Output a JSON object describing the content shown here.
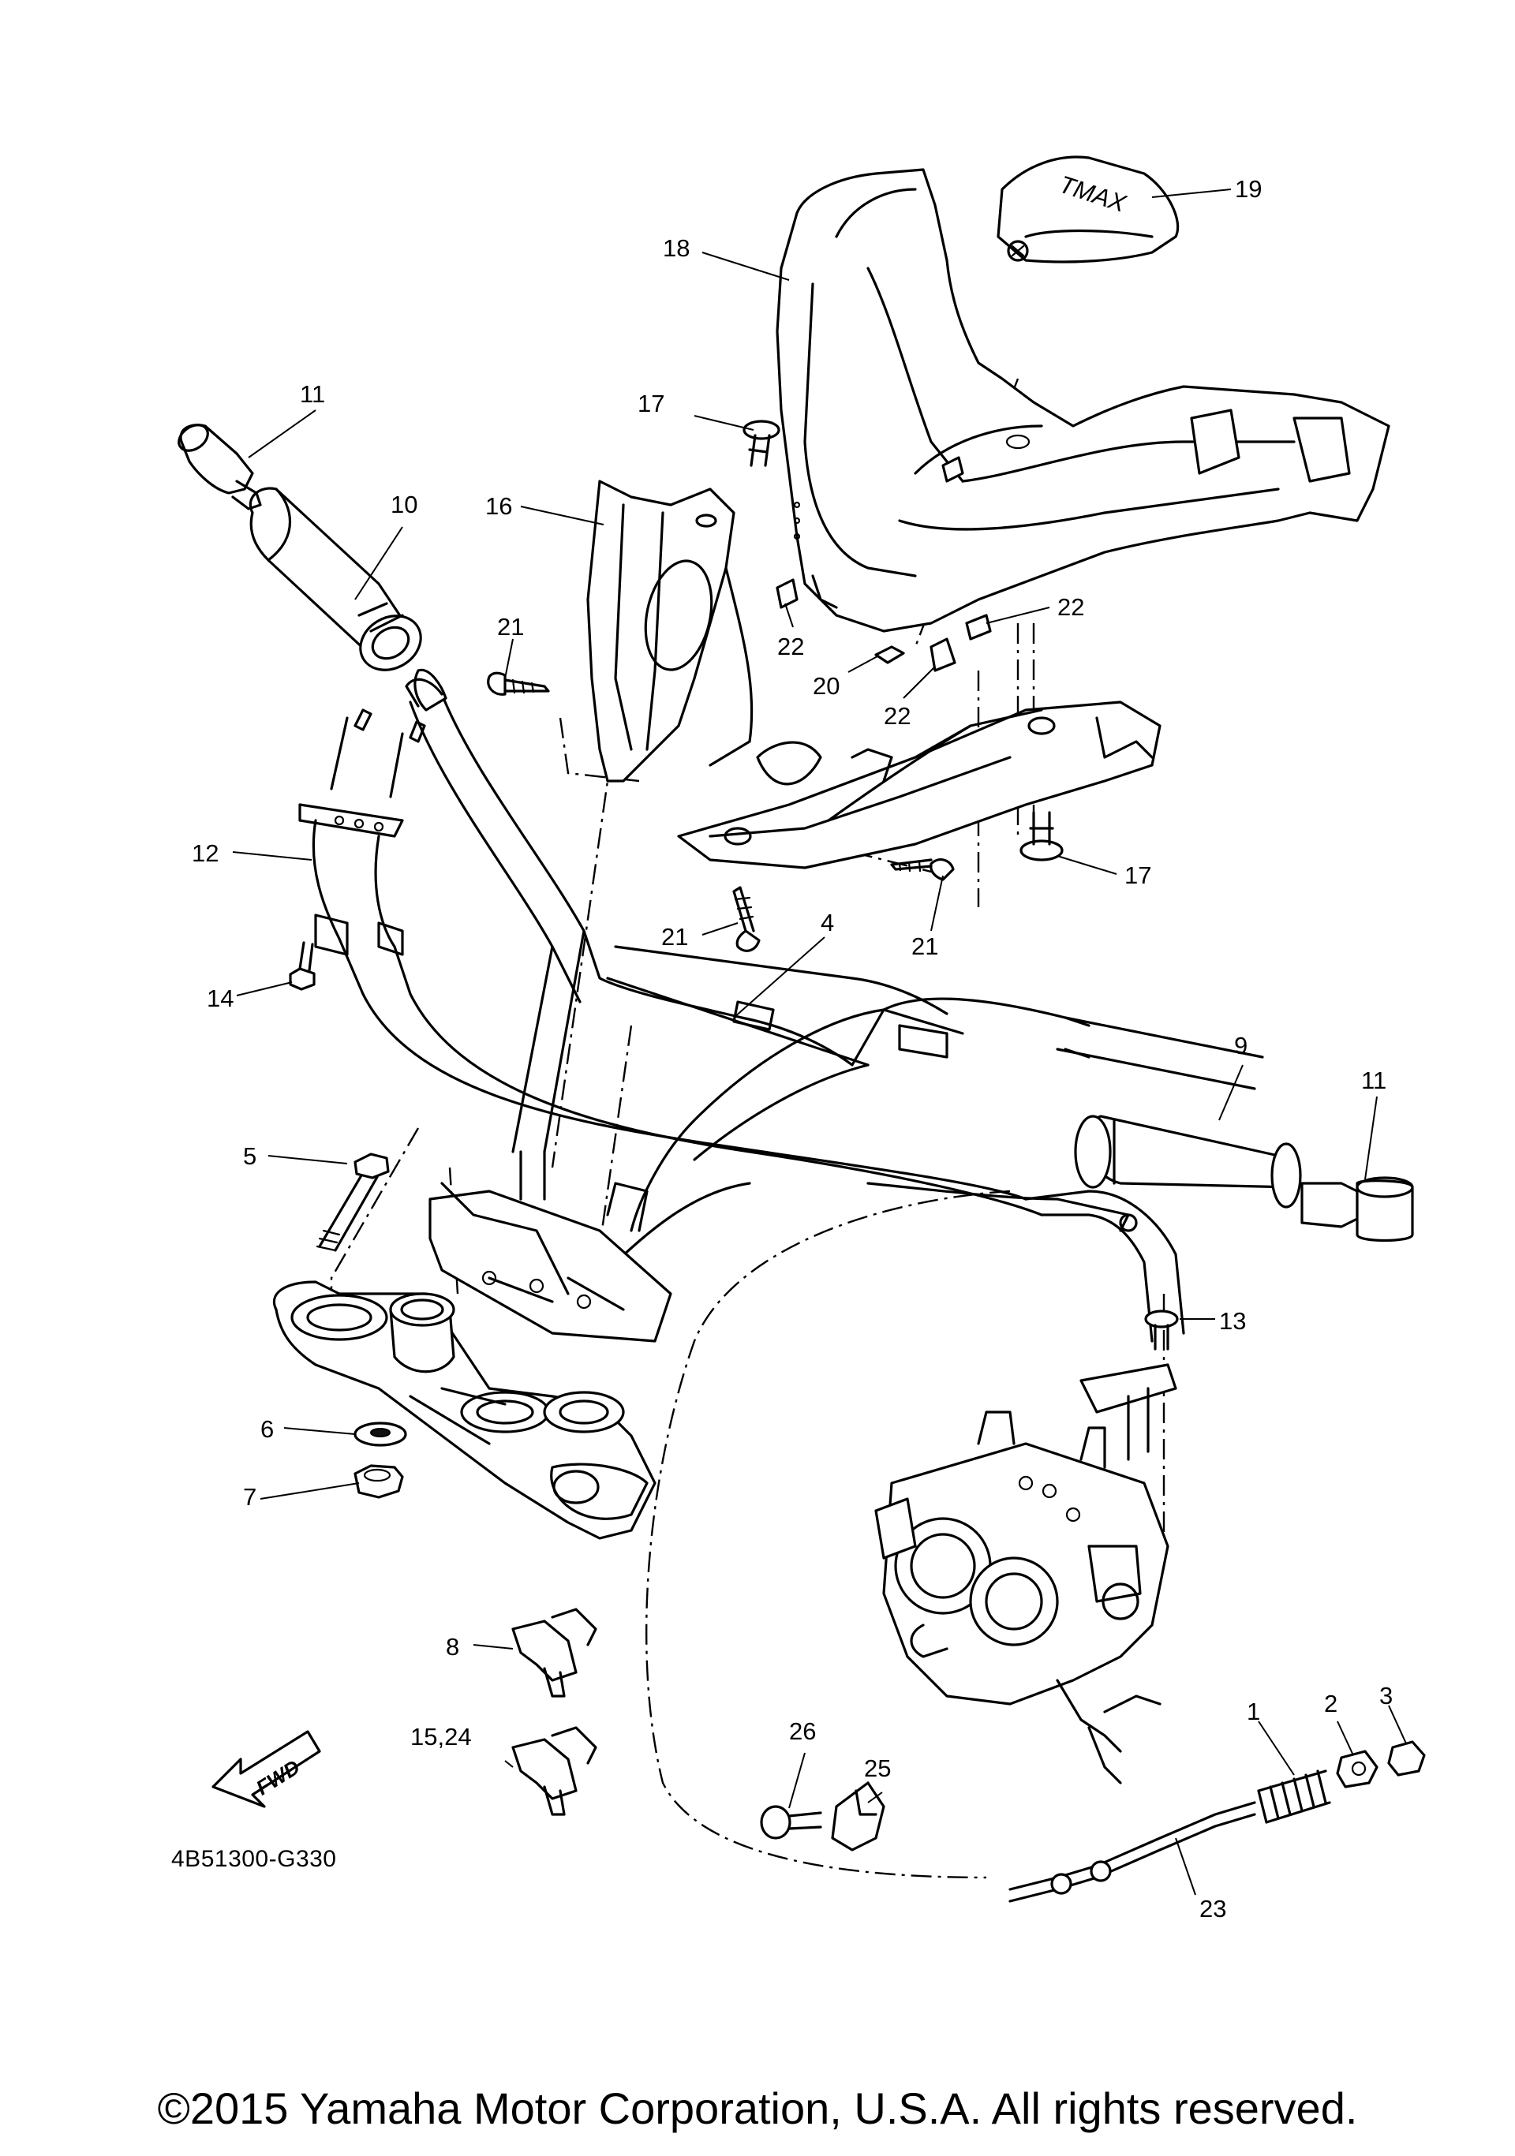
{
  "diagram": {
    "callouts": [
      {
        "id": "c1",
        "text": "1"
      },
      {
        "id": "c2",
        "text": "2"
      },
      {
        "id": "c3",
        "text": "3"
      },
      {
        "id": "c4",
        "text": "4"
      },
      {
        "id": "c5",
        "text": "5"
      },
      {
        "id": "c6",
        "text": "6"
      },
      {
        "id": "c7",
        "text": "7"
      },
      {
        "id": "c8",
        "text": "8"
      },
      {
        "id": "c9",
        "text": "9"
      },
      {
        "id": "c10",
        "text": "10"
      },
      {
        "id": "c11a",
        "text": "11"
      },
      {
        "id": "c11b",
        "text": "11"
      },
      {
        "id": "c12",
        "text": "12"
      },
      {
        "id": "c13",
        "text": "13"
      },
      {
        "id": "c14",
        "text": "14"
      },
      {
        "id": "c15",
        "text": "15,24"
      },
      {
        "id": "c16",
        "text": "16"
      },
      {
        "id": "c17a",
        "text": "17"
      },
      {
        "id": "c17b",
        "text": "17"
      },
      {
        "id": "c18",
        "text": "18"
      },
      {
        "id": "c19",
        "text": "19"
      },
      {
        "id": "c20",
        "text": "20"
      },
      {
        "id": "c21a",
        "text": "21"
      },
      {
        "id": "c21b",
        "text": "21"
      },
      {
        "id": "c21c",
        "text": "21"
      },
      {
        "id": "c22a",
        "text": "22"
      },
      {
        "id": "c22b",
        "text": "22"
      },
      {
        "id": "c22c",
        "text": "22"
      },
      {
        "id": "c23",
        "text": "23"
      },
      {
        "id": "c25",
        "text": "25"
      },
      {
        "id": "c26",
        "text": "26"
      }
    ],
    "fwd_label": "FWD",
    "cover_logo": "TMAX",
    "diagram_code": "4B51300-G330"
  },
  "footer": {
    "copyright": "©2015 Yamaha Motor Corporation, U.S.A. All rights reserved."
  }
}
